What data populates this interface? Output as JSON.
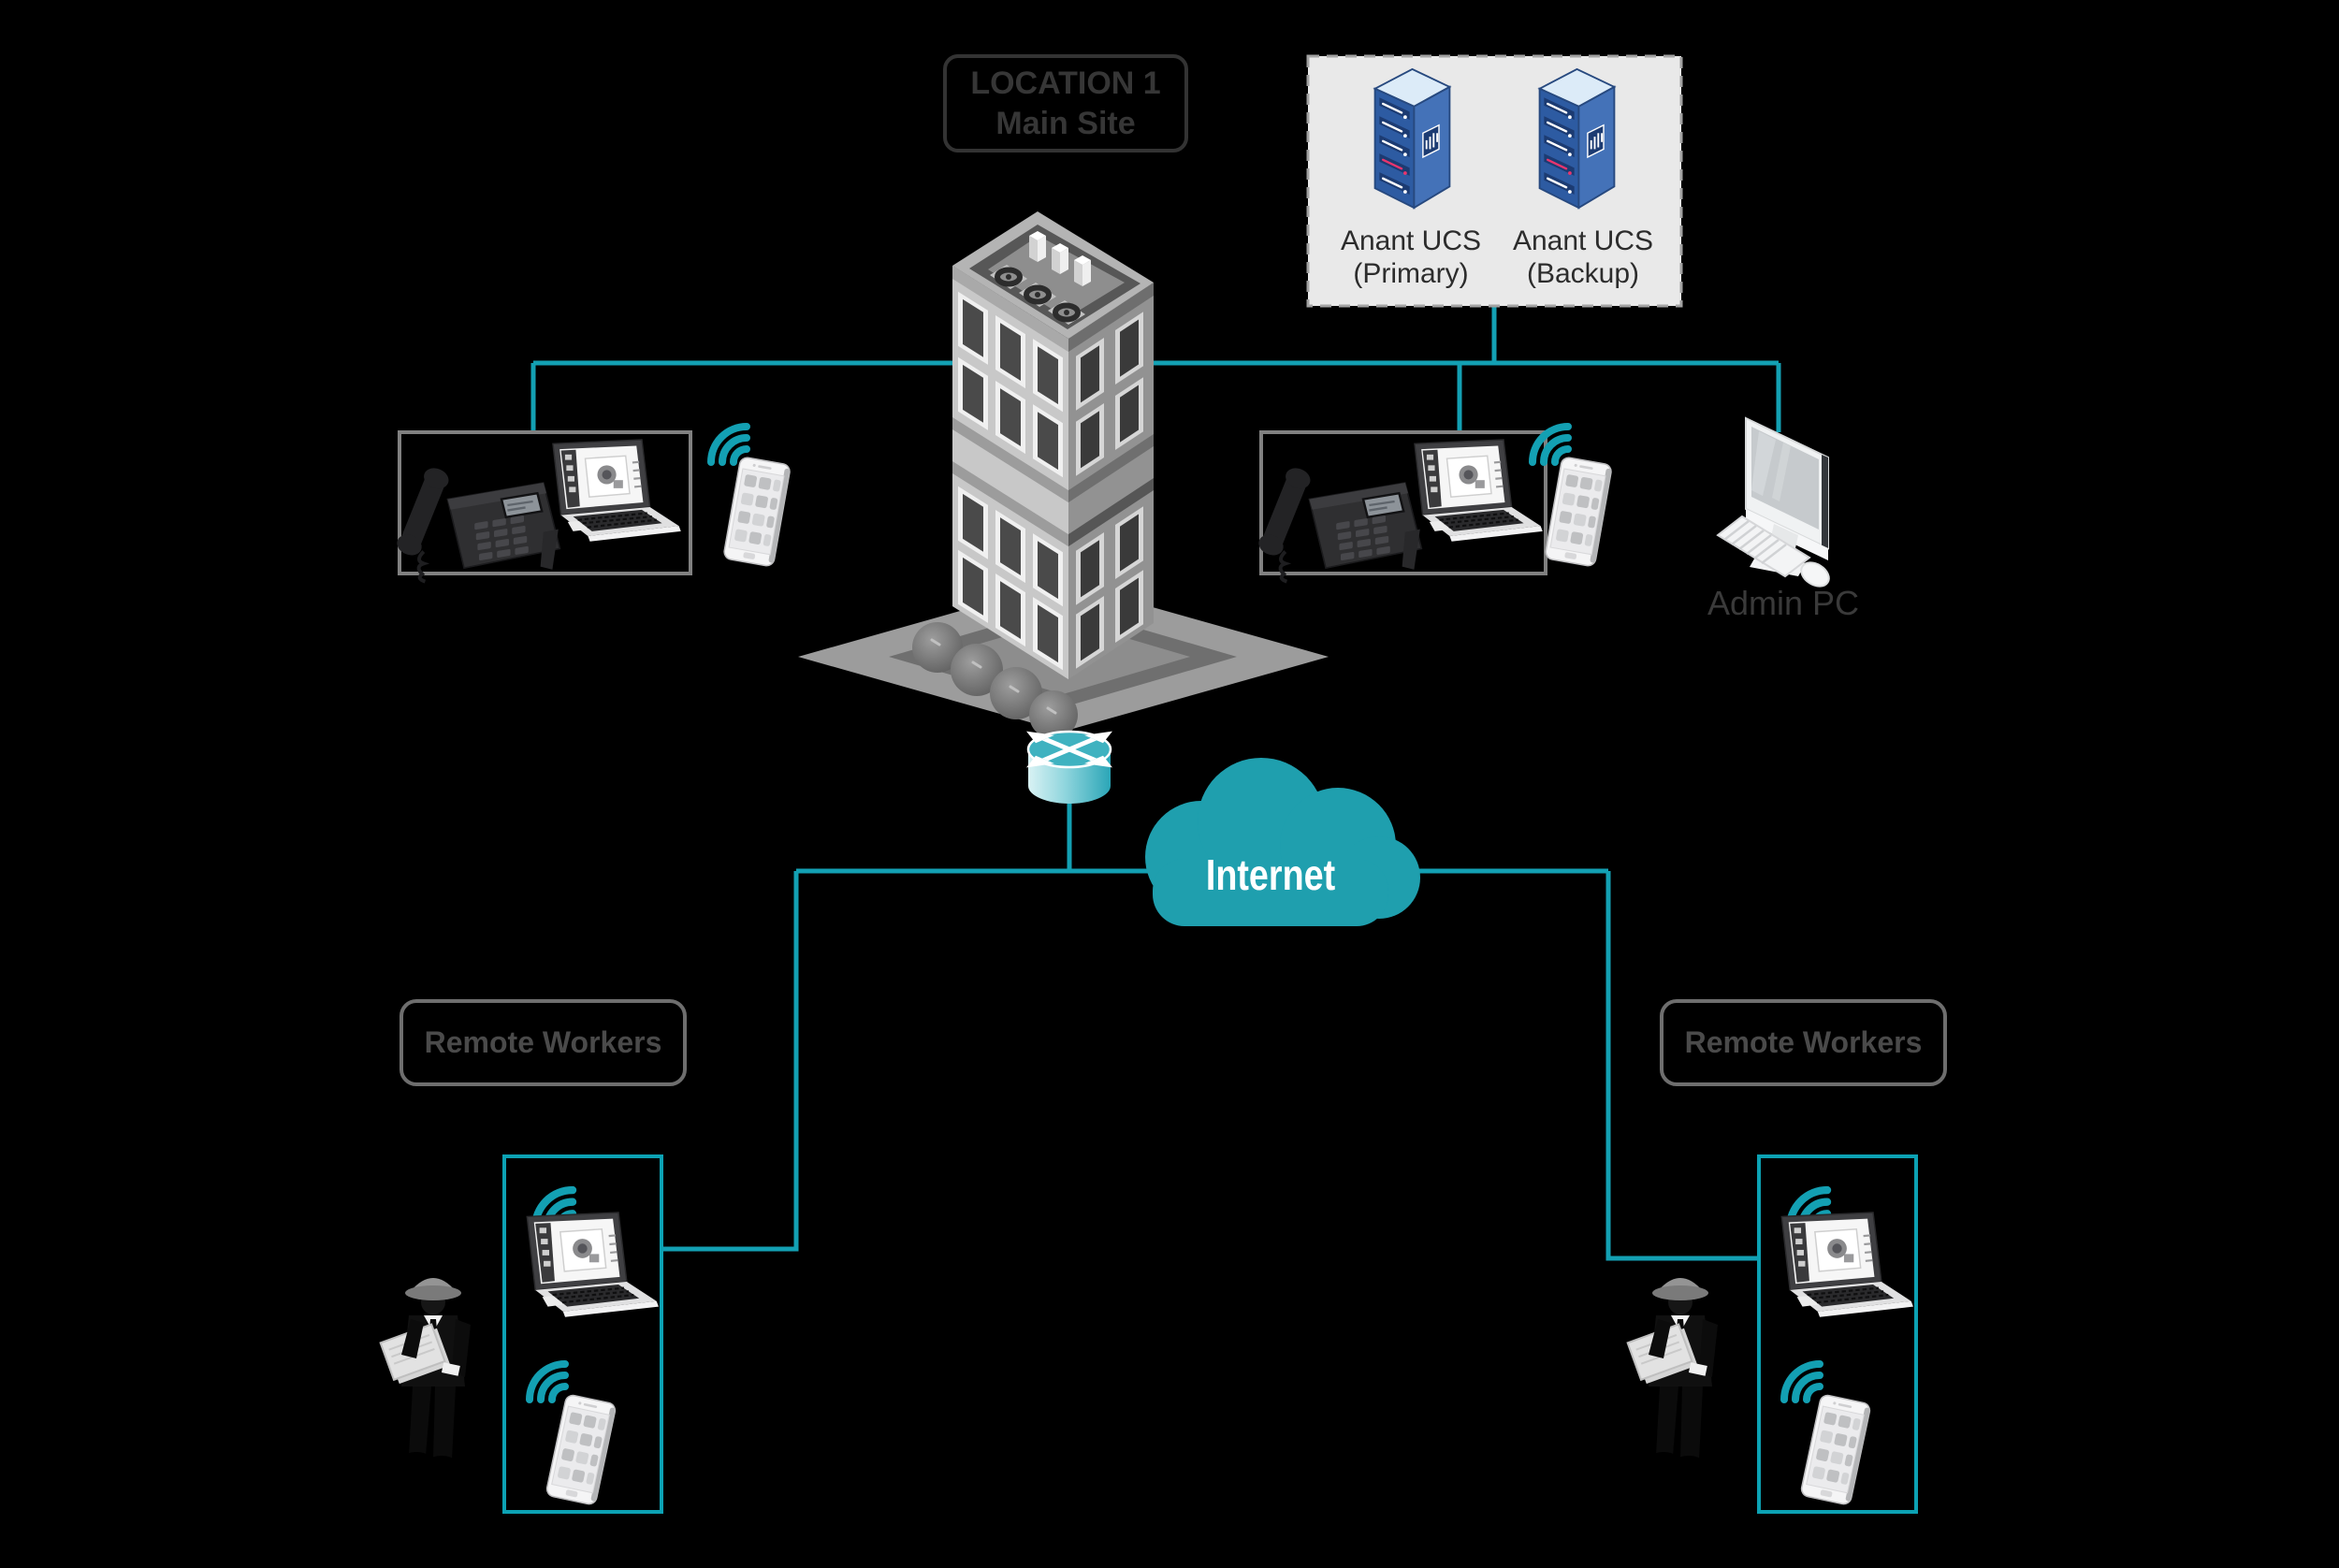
{
  "colors": {
    "background": "#000000",
    "accent_teal": "#13a0b3",
    "cloud": "#1f9fae",
    "server_box_bg": "#e9e9e9",
    "server_blue": "#2d5ba2",
    "label_gray": "#4a4a4a"
  },
  "location_label": {
    "line1": "LOCATION 1",
    "line2": "Main Site"
  },
  "servers": {
    "primary": {
      "line1": "Anant UCS",
      "line2": "(Primary)"
    },
    "backup": {
      "line1": "Anant UCS",
      "line2": "(Backup)"
    }
  },
  "internet": {
    "label": "Internet"
  },
  "admin_pc": {
    "label": "Admin PC"
  },
  "remote_workers": {
    "left_label": "Remote Workers",
    "right_label": "Remote Workers"
  },
  "icons": [
    "office-building-icon",
    "server-tower-icon",
    "router-icon",
    "internet-cloud-icon",
    "desk-phone-icon",
    "laptop-icon",
    "smartphone-icon",
    "wifi-icon",
    "desktop-computer-icon",
    "keyboard-icon",
    "mouse-icon",
    "worker-icon"
  ],
  "topology": {
    "nodes": [
      "main-site-building",
      "ucs-primary-server",
      "ucs-backup-server",
      "office-devices-left",
      "office-devices-right",
      "mobile-left",
      "mobile-right",
      "admin-pc",
      "router",
      "internet-cloud",
      "remote-worker-left",
      "remote-worker-right"
    ],
    "edges": [
      {
        "from": "ucs-servers",
        "to": "main-site-lan"
      },
      {
        "from": "office-devices-left",
        "to": "main-site-lan"
      },
      {
        "from": "office-devices-right",
        "to": "main-site-lan"
      },
      {
        "from": "admin-pc",
        "to": "main-site-lan"
      },
      {
        "from": "main-site-building",
        "to": "router"
      },
      {
        "from": "router",
        "to": "internet-cloud"
      },
      {
        "from": "internet-cloud",
        "to": "remote-worker-left"
      },
      {
        "from": "internet-cloud",
        "to": "remote-worker-right"
      }
    ]
  }
}
